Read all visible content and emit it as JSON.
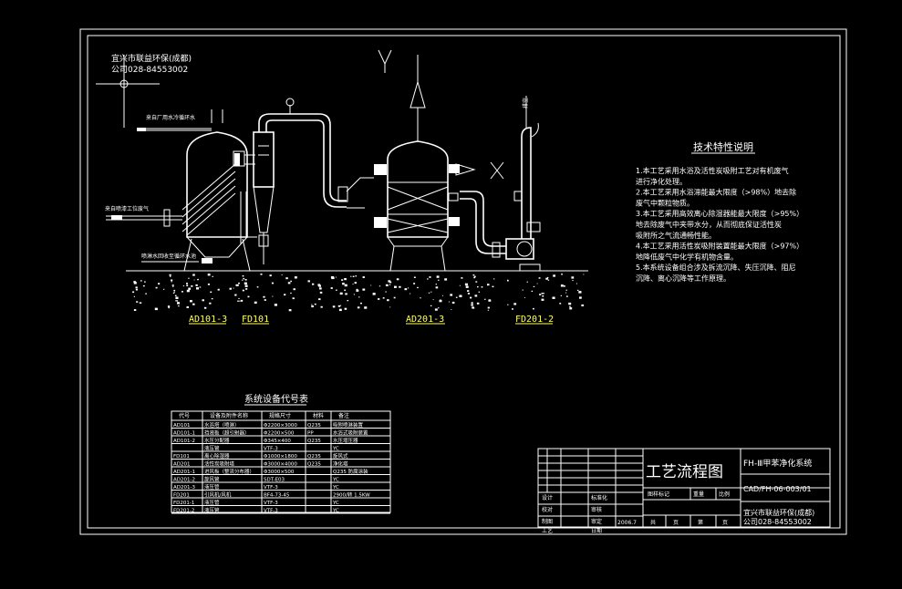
{
  "company": {
    "name": "宜兴市联益环保(成都)",
    "phone": "公司028-84553002"
  },
  "process_labels": {
    "water_in": "来自厂用水冷循环水",
    "gas_in": "来自喷漆工位废气",
    "drain": "喷淋水回收至循环水池",
    "exhaust": "排空"
  },
  "equipment_tags": [
    "AD101-3",
    "FD101",
    "AD201-3",
    "FD201-2"
  ],
  "notes": {
    "title": "技术特性说明",
    "items": [
      "1.本工艺采用水浴及活性炭吸附工艺对有机废气",
      "   进行净化处理。",
      "2.本工艺采用水浴滞能最大限度（>98%）地去除",
      "   废气中颗粒物质。",
      "3.本工艺采用高效离心除湿器能最大限度（>95%）",
      "   地去除废气中夹带水分，从而彻底保证活性炭",
      "   吸附所之气流通畅性能。",
      "4.本工艺采用活性炭吸附装置能最大限度（>97%）",
      "   地降低废气中化学有机物含量。",
      "5.本系统设备组合涉及拆流沉降、失压沉降、阻尼",
      "   沉降、离心沉降等工作原理。"
    ]
  },
  "equipment_table": {
    "title": "系统设备代号表",
    "headers": [
      "代号",
      "设备及附件名称",
      "规格尺寸",
      "材料",
      "备注"
    ],
    "rows": [
      [
        "AD101",
        "水浴塔（喷淋）",
        "Φ2200×3000",
        "Q235",
        "吸附喷淋装置"
      ],
      [
        "AD101-1",
        "挡液板（超引射器）",
        "Φ2200×500",
        "PP",
        "水浴式吸附装置"
      ],
      [
        "AD101-2",
        "水压分配器",
        "Φ345×400",
        "Q235",
        "水压增压器"
      ],
      [
        "",
        "液压管",
        "VTF-3",
        "",
        "YC"
      ],
      [
        "FD101",
        "离心除湿器",
        "Φ1000×1800",
        "Q235",
        "旋风式"
      ],
      [
        "AD201",
        "活性炭吸附塔",
        "Φ3000×4000",
        "Q235",
        "净化塔"
      ],
      [
        "AD201-1",
        "进风板（整流分布器）",
        "Φ3000×500",
        "",
        "Q235 防腐涂装"
      ],
      [
        "AD201-2",
        "旋风管",
        "SDT-E03",
        "",
        "YC"
      ],
      [
        "AD201-3",
        "液压管",
        "VTF-3",
        "",
        "YC"
      ],
      [
        "FD201",
        "引风机/风机",
        "BF4-73-45",
        "",
        "2900/转 1.5KW"
      ],
      [
        "FD201-1",
        "液压管",
        "VTF-3",
        "",
        "YC"
      ],
      [
        "FD201-2",
        "液压管",
        "VTF-3",
        "",
        "YC"
      ]
    ]
  },
  "title_block": {
    "drawing_title": "工艺流程图",
    "system_name": "FH-Ⅲ甲苯净化系统",
    "drawing_no": "CAD/FH-06-003/01",
    "company_name": "宜兴市联益环保(成都)",
    "company_phone": "公司028-84553002",
    "row_labels": [
      "设计",
      "校对",
      "制图",
      "工艺"
    ],
    "col_labels": [
      "标准化",
      "审核",
      "审定",
      "日期"
    ],
    "date": "2006.7",
    "marks_label": "图样标记",
    "weight_label": "重量",
    "scale_label": "比例",
    "sheet_label": "共",
    "sheet_unit": "页",
    "page_label": "第",
    "page_unit": "页"
  },
  "colors": {
    "background": "#000000",
    "lines": "#ffffff",
    "accent_text": "#ffff66"
  }
}
